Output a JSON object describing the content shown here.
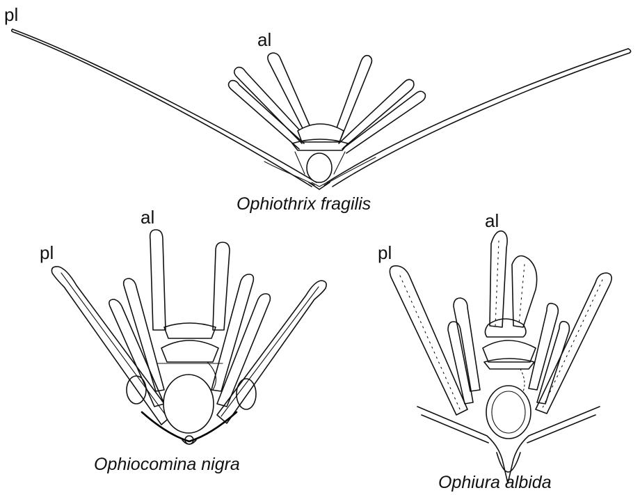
{
  "figures": [
    {
      "species": "Ophiothrix fragilis",
      "labels": {
        "posterolateral": "pl",
        "anterolateral": "al"
      }
    },
    {
      "species": "Ophiocomina nigra",
      "labels": {
        "posterolateral": "pl",
        "anterolateral": "al"
      }
    },
    {
      "species": "Ophiura albida",
      "labels": {
        "posterolateral": "pl",
        "anterolateral": "al"
      }
    }
  ]
}
